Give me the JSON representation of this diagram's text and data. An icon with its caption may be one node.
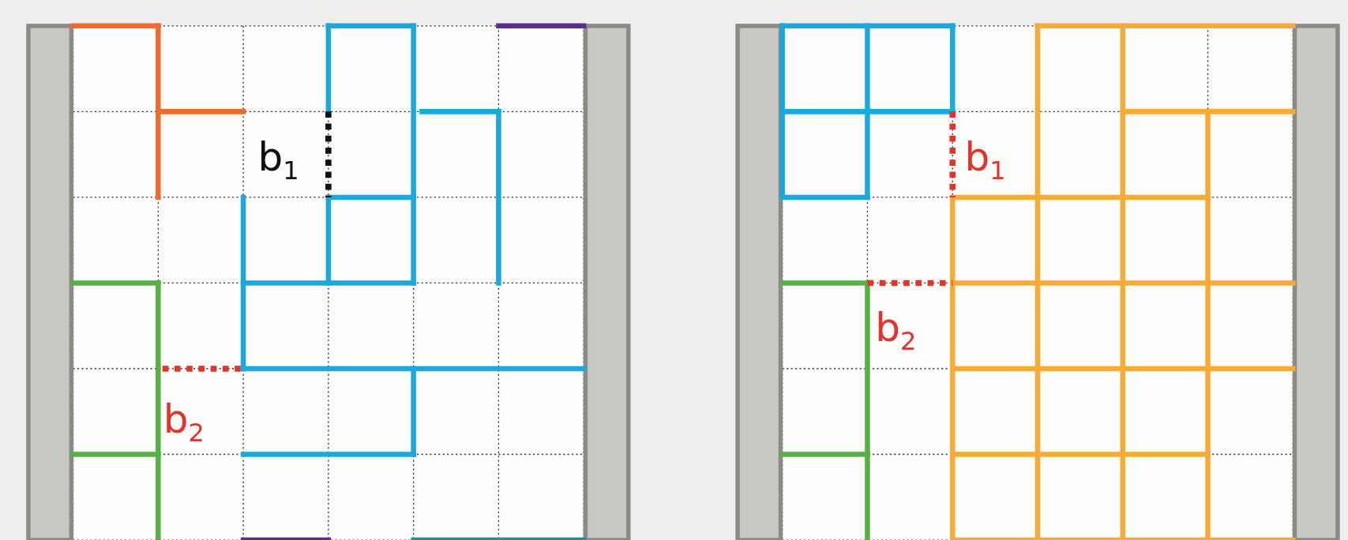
{
  "diagram": {
    "labels": [
      "b$_{1}$",
      "b$_{2}$",
      "b$_{1}$",
      "b$_{2}$"
    ]
  }
}
